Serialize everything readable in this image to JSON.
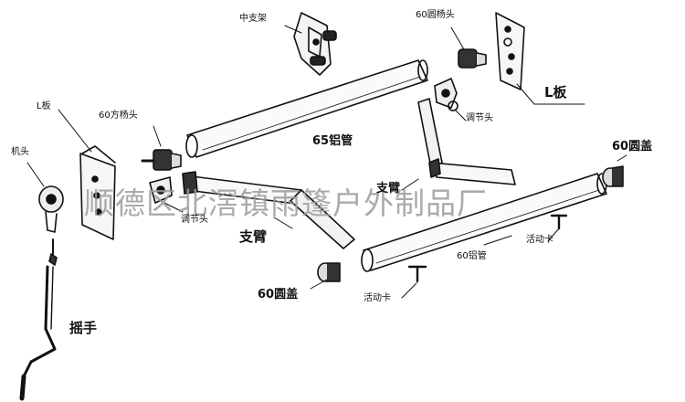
{
  "watermark": "顺德区北滘镇雨篷户外制品厂",
  "labels": {
    "zhong_zhi_jia": "中支架",
    "yuan_yang_tou_top": "60圆杨头",
    "l_ban_right": "L板",
    "l_ban_left": "L板",
    "fang_yang_tou": "60方杨头",
    "tiao_jie_tou_right": "调节头",
    "lv_guan_65": "65铝管",
    "ji_tou": "机头",
    "yuan_gai_right": "60圆盖",
    "zhi_bi_right": "支臂",
    "tiao_jie_tou_left": "调节头",
    "zhi_bi_left": "支臂",
    "huo_dong_ka_right": "活动卡",
    "lv_guan_60": "60铝管",
    "yuan_gai_left": "60圆盖",
    "huo_dong_ka_left": "活动卡",
    "yao_shou": "摇手"
  }
}
